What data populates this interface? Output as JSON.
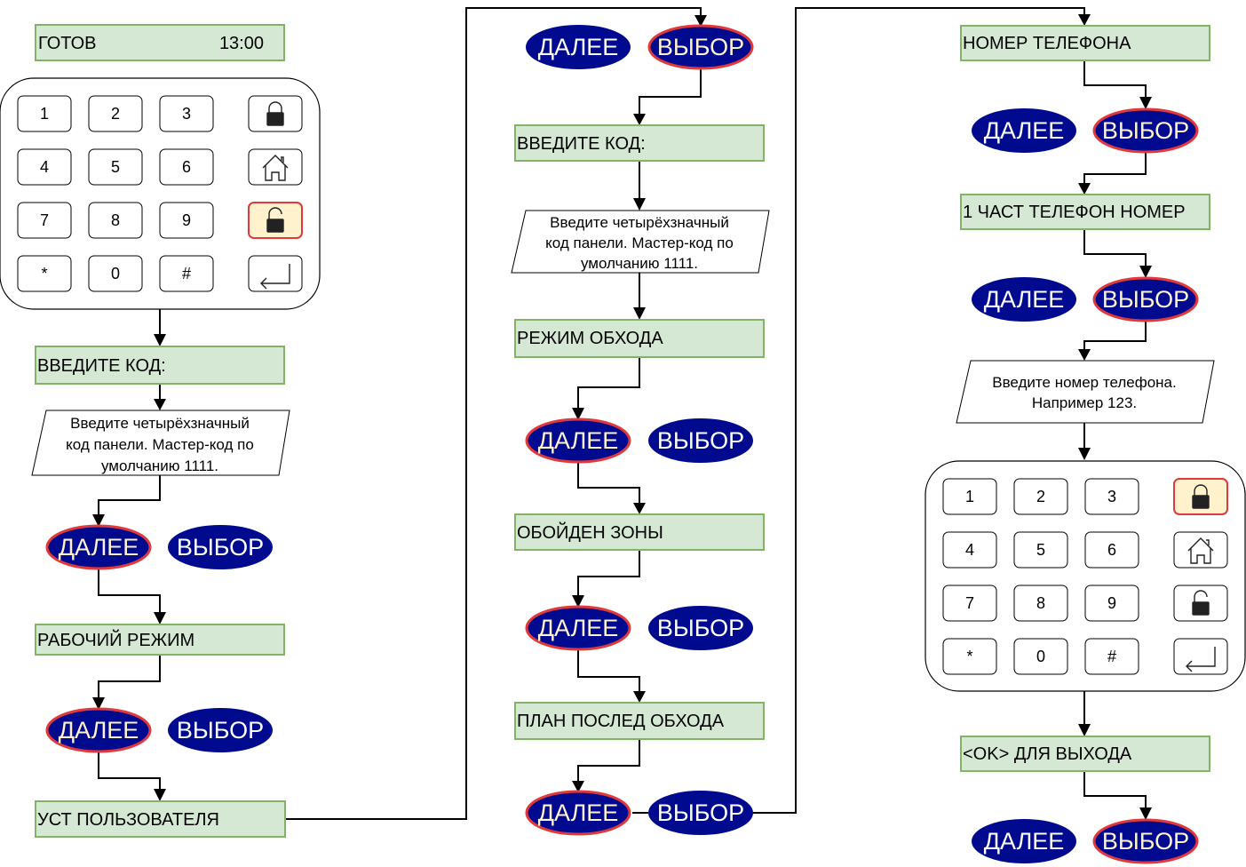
{
  "lcd": {
    "status": "ГОТОВ",
    "time": "13:00"
  },
  "keypad": {
    "keys": [
      "1",
      "2",
      "3",
      "4",
      "5",
      "6",
      "7",
      "8",
      "9",
      "*",
      "0",
      "#"
    ],
    "side_icons": [
      "lock-icon",
      "home-icon",
      "unlock-icon",
      "enter-icon"
    ]
  },
  "buttons": {
    "next": "ДАЛЕЕ",
    "select": "ВЫБОР"
  },
  "steps": {
    "enter_code": "ВВЕДИТЕ КОД:",
    "work_mode": "РАБОЧИЙ РЕЖИМ",
    "user_setup": "УСТ ПОЛЬЗОВАТЕЛЯ",
    "bypass_mode": "РЕЖИМ ОБХОДА",
    "bypassed_zones": "ОБОЙДЕН ЗОНЫ",
    "bypass_plan": "ПЛАН ПОСЛЕД ОБХОДА",
    "phone_number": "НОМЕР ТЕЛЕФОНА",
    "private_phone": "1 ЧАСТ ТЕЛЕФОН НОМЕР",
    "ok_exit": "<OK> ДЛЯ ВЫХОДА"
  },
  "notes": {
    "code_line1": "Введите четырёхзначный",
    "code_line2": "код панели. Мастер-код по",
    "code_line3": "умолчанию 1111.",
    "phone_line1": "Введите номер телефона.",
    "phone_line2": "Например 123."
  },
  "colors": {
    "lcd_fill": "#d5e8d4",
    "lcd_border": "#82b366",
    "button_fill": "#000a8f",
    "selected_border": "#e0383b",
    "selected_text": "#fff2cc",
    "highlight_key_fill": "#fff2cc"
  }
}
